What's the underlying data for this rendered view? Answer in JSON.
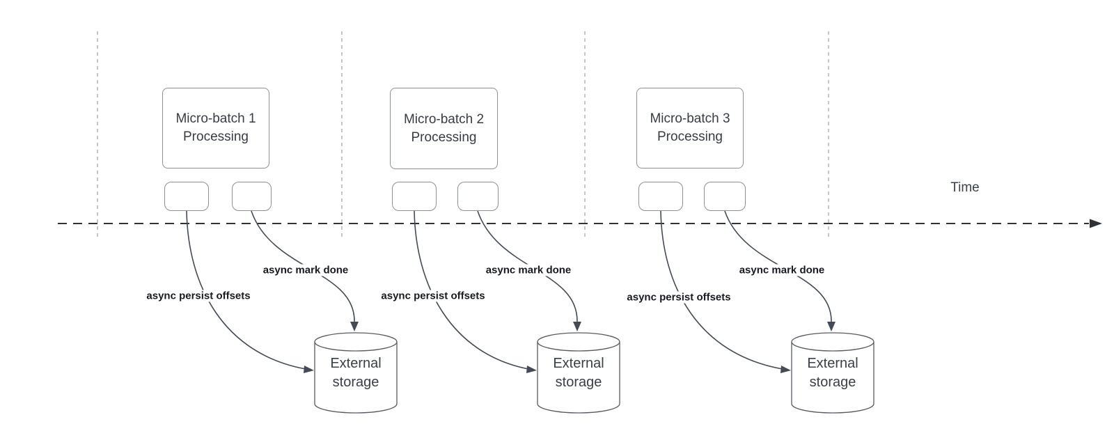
{
  "axis": {
    "label": "Time"
  },
  "batches": [
    {
      "box_line1": "Micro-batch 1",
      "box_line2": "Processing",
      "persist_label": "async persist offsets",
      "mark_done_label": "async mark done",
      "storage_line1": "External",
      "storage_line2": "storage"
    },
    {
      "box_line1": "Micro-batch 2",
      "box_line2": "Processing",
      "persist_label": "async persist offsets",
      "mark_done_label": "async mark done",
      "storage_line1": "External",
      "storage_line2": "storage"
    },
    {
      "box_line1": "Micro-batch 3",
      "box_line2": "Processing",
      "persist_label": "async persist offsets",
      "mark_done_label": "async mark done",
      "storage_line1": "External",
      "storage_line2": "storage"
    }
  ],
  "colors": {
    "axis_line": "#2e3338",
    "connector": "#434b56",
    "lane_line": "#b4b4b4",
    "shape_border": "#8b9097",
    "cylinder_border": "#565b63",
    "bold_label_text": "#171a20",
    "shape_text": "#373c45"
  }
}
